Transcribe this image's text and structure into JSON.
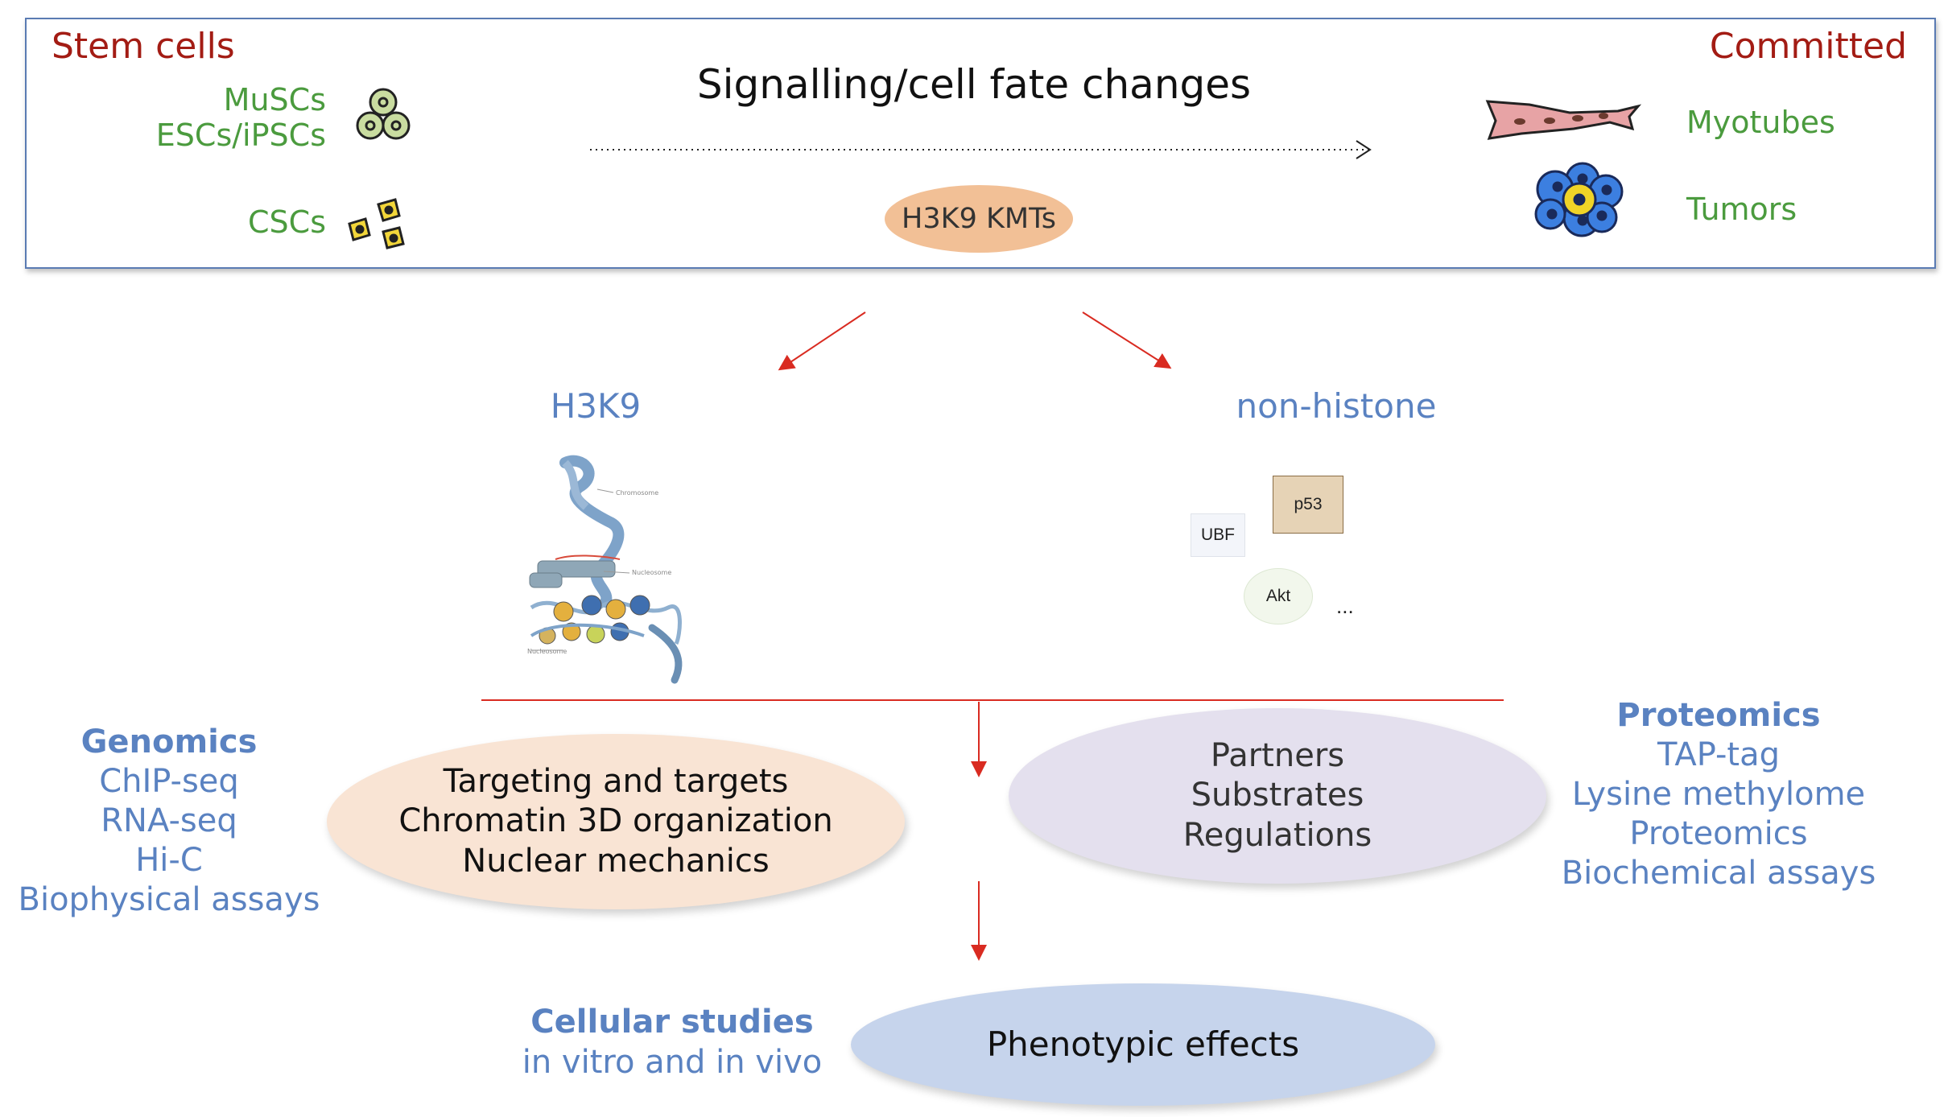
{
  "top": {
    "stem_label": "Stem cells",
    "committed_label": "Committed",
    "stem_types": [
      "MuSCs",
      "ESCs/iPSCs"
    ],
    "cscs": "CSCs",
    "title": "Signalling/cell fate changes",
    "kmt": "H3K9 KMTs",
    "myotubes": "Myotubes",
    "tumors": "Tumors"
  },
  "branches": {
    "h3k9": "H3K9",
    "non_histone": "non-histone",
    "h3k9_diagram_labels": [
      "Chromosome",
      "Nucleosome",
      "Nucleosome"
    ],
    "proteins": [
      "p53",
      "UBF",
      "Akt"
    ],
    "ellipsis": "..."
  },
  "genomics": {
    "title": "Genomics",
    "items": [
      "ChIP-seq",
      "RNA-seq",
      "Hi-C",
      "Biophysical assays"
    ]
  },
  "proteomics": {
    "title": "Proteomics",
    "items": [
      "TAP-tag",
      "Lysine methylome",
      "Proteomics",
      "Biochemical assays"
    ]
  },
  "left_ellipse": [
    "Targeting and targets",
    "Chromatin 3D organization",
    "Nuclear mechanics"
  ],
  "right_ellipse": [
    "Partners",
    "Substrates",
    "Regulations"
  ],
  "cellular": {
    "title": "Cellular studies",
    "subtitle": "in vitro and in vivo",
    "phenotype": "Phenotypic effects"
  },
  "colors": {
    "red_text": "#a31c14",
    "green_text": "#4b9b3e",
    "blue_text": "#5a82c1",
    "kmt_fill": "#f2c096",
    "left_ellipse_fill": "#f9e4d4",
    "right_ellipse_fill": "#e4e0ee",
    "phenotype_fill": "#c6d4ec",
    "arrow_red": "#d92b21"
  }
}
